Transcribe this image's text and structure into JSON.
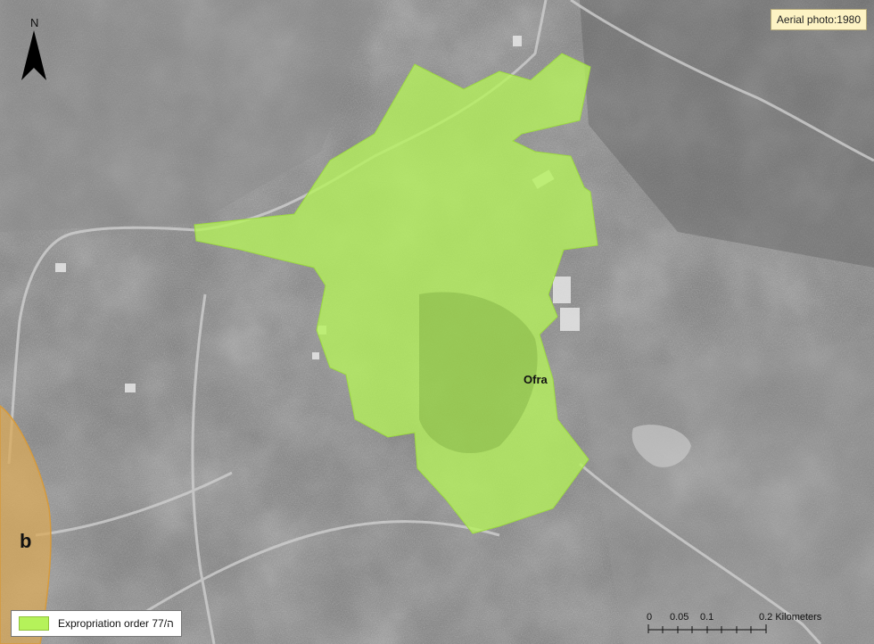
{
  "photo_label": "Aerial photo:1980",
  "north_letter": "N",
  "places": {
    "ofra": "Ofra",
    "area_b": "b"
  },
  "legend": {
    "label": "Expropriation order 77/ה",
    "swatch_color": "#b5f25a"
  },
  "scalebar": {
    "ticks": [
      "0",
      "0.05",
      "0.1",
      "0.2 Kilometers"
    ]
  },
  "colors": {
    "expropriation_fill": "#b5f25a",
    "area_b_fill": "#d9a95a",
    "photo_label_bg": "#fdf3c4"
  }
}
